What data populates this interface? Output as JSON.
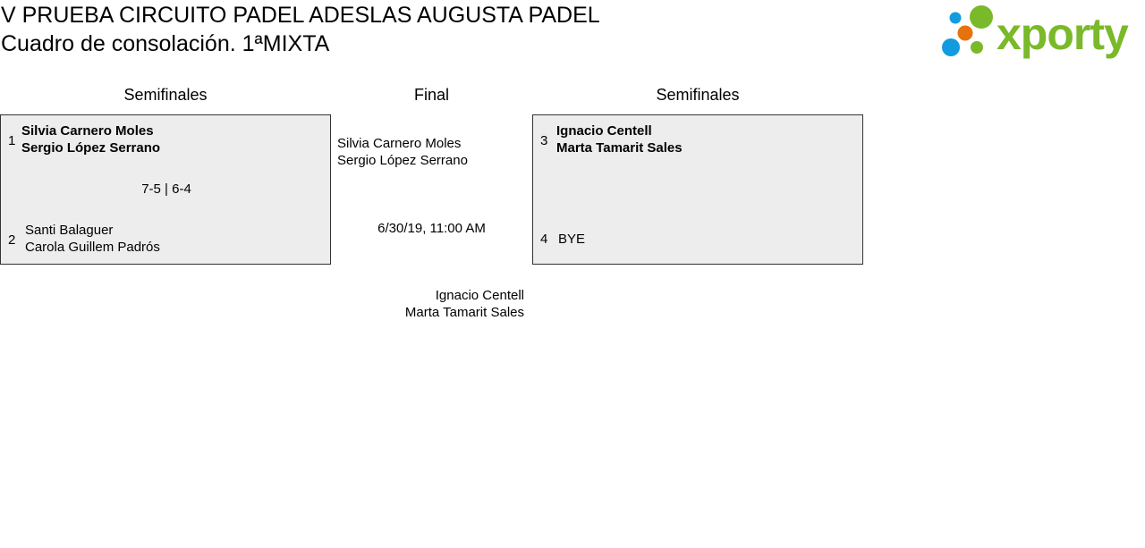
{
  "header": {
    "title": "V PRUEBA CIRCUITO PADEL ADESLAS AUGUSTA PADEL",
    "subtitle": "Cuadro de consolación. 1ªMIXTA",
    "logo_text": "xporty"
  },
  "columns": {
    "left": "Semifinales",
    "center": "Final",
    "right": "Semifinales"
  },
  "match1": {
    "seed1": "1",
    "team1": [
      "Silvia Carnero Moles",
      "Sergio López Serrano"
    ],
    "score": "7-5 | 6-4",
    "seed2": "2",
    "team2": [
      "Santi Balaguer",
      "Carola Guillem Padrós"
    ]
  },
  "match2": {
    "seed1": "3",
    "team1": [
      "Ignacio Centell",
      "Marta Tamarit Sales"
    ],
    "seed2": "4",
    "team2": "BYE"
  },
  "final": {
    "team1": [
      "Silvia Carnero Moles",
      "Sergio López Serrano"
    ],
    "datetime": "6/30/19, 11:00 AM",
    "team2": [
      "Ignacio Centell",
      "Marta Tamarit Sales"
    ]
  },
  "colors": {
    "green": "#7ab929",
    "blue": "#139be0",
    "orange": "#e8700d"
  }
}
